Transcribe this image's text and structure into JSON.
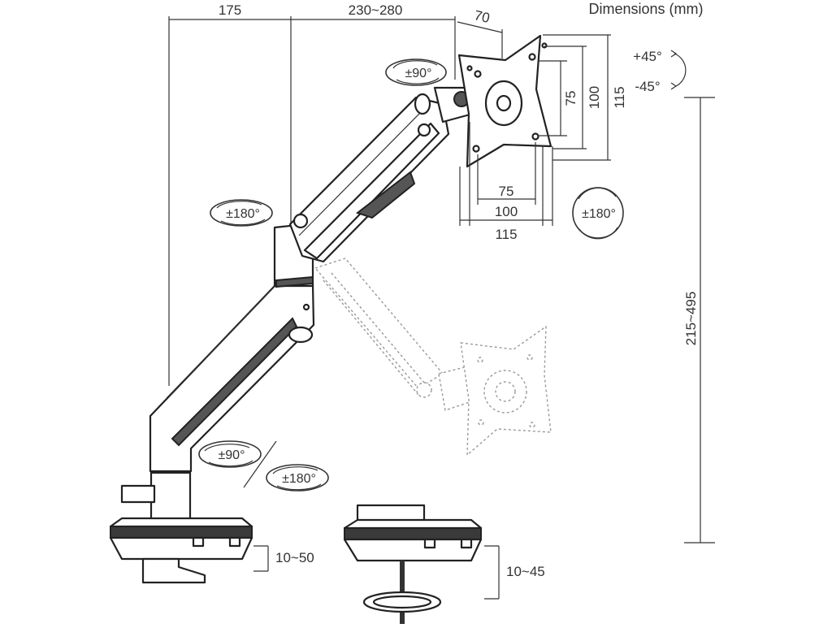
{
  "title": "Dimensions (mm)",
  "dimensions": {
    "base_to_pole": "175",
    "arm_reach": "230~280",
    "head_offset": "70",
    "vesa_v_inner": "75",
    "vesa_v_outer": "100",
    "vesa_v_plate": "115",
    "vesa_h_inner": "75",
    "vesa_h_outer": "100",
    "vesa_h_plate": "115",
    "height_range": "215~495",
    "clamp_thickness": "10~50",
    "grommet_thickness": "10~45"
  },
  "rotations": {
    "tilt_head": "±90°",
    "elbow_swivel": "±180°",
    "base_tilt": "±90°",
    "base_swivel": "±180°",
    "screen_rotate": "±180°",
    "tilt_up": "+45°",
    "tilt_down": "-45°"
  }
}
